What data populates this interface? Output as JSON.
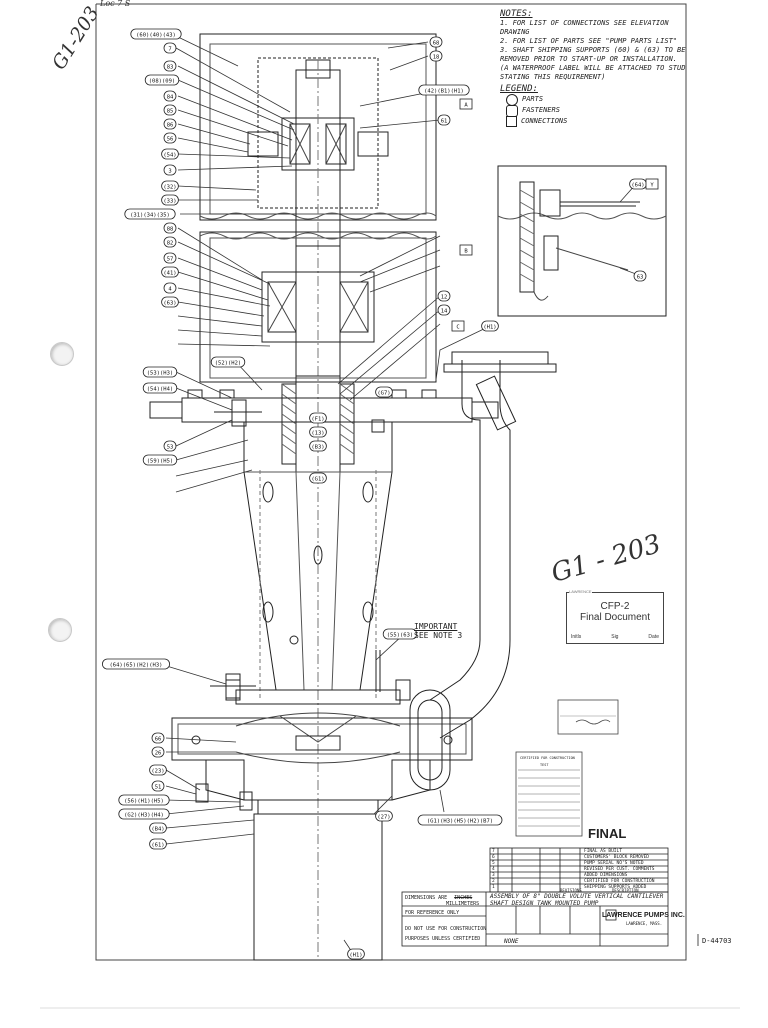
{
  "handwriting": {
    "corner_mark": "G1-203",
    "center_mark": "G1 - 203",
    "top_tag": "Loc 7 S"
  },
  "notes": {
    "heading": "NOTES:",
    "lines": [
      "1. FOR LIST OF CONNECTIONS SEE ELEVATION",
      "   DRAWING",
      "2. FOR LIST OF PARTS SEE \"PUMP PARTS LIST\"",
      "3. SHAFT SHIPPING SUPPORTS (60) & (63) TO BE",
      "   REMOVED PRIOR TO START-UP OR INSTALLATION.",
      "   (A WATERPROOF LABEL WILL BE ATTACHED TO STUD",
      "   STATING THIS REQUIREMENT)"
    ],
    "legend_heading": "LEGEND:",
    "legend": [
      "PARTS",
      "FASTENERS",
      "CONNECTIONS"
    ]
  },
  "stamp": {
    "small": "LAWRENCE",
    "line1": "CFP-2",
    "line2": "Final Document",
    "fields": [
      "Initls",
      "Sig",
      "Date"
    ]
  },
  "important": {
    "title": "IMPORTANT",
    "line": "SEE NOTE 3"
  },
  "final_label": "FINAL",
  "certified_box": {
    "line1": "CERTIFIED FOR CONSTRUCTION",
    "line2": "TEST"
  },
  "title_block": {
    "dims_label": "DIMENSIONS ARE",
    "dims_a": "INCHES",
    "dims_b": "MILLIMETERS",
    "ref_only": "FOR REFERENCE ONLY",
    "not_for": "DO NOT USE FOR CONSTRUCTION",
    "unless": "PURPOSES UNLESS CERTIFIED",
    "title": "ASSEMBLY OF 8\" DOUBLE VOLUTE VERTICAL CANTILEVER SHAFT DESIGN TANK MOUNTED PUMP",
    "company": "LAWRENCE PUMPS INC.",
    "city": "LAWRENCE, MASS.",
    "scale": "NONE",
    "drawing_no": "D-44703",
    "revisions_label": "REVISIONS",
    "description_label": "DESCRIPTION"
  },
  "revisions": [
    {
      "no": "7",
      "desc": "FINAL AS BUILT"
    },
    {
      "no": "6",
      "desc": "CUSTOMERS' BLOCK REMOVED"
    },
    {
      "no": "5",
      "desc": "PUMP SERIAL NO'S NOTED"
    },
    {
      "no": "4",
      "desc": "REVISED PER CUST. COMMENTS"
    },
    {
      "no": "3",
      "desc": "ADDED DIMENSIONS"
    },
    {
      "no": "2",
      "desc": "CERTIFIED FOR CONSTRUCTION"
    },
    {
      "no": "1",
      "desc": "SHIPPING SUPPORTS ADDED"
    }
  ],
  "callouts": [
    {
      "t": "(60)(40)(43)"
    },
    {
      "t": "7"
    },
    {
      "t": "83"
    },
    {
      "t": "(08)(09)"
    },
    {
      "t": "84"
    },
    {
      "t": "85"
    },
    {
      "t": "86"
    },
    {
      "t": "56"
    },
    {
      "t": "(54)"
    },
    {
      "t": "3"
    },
    {
      "t": "(32)"
    },
    {
      "t": "(33)"
    },
    {
      "t": "(31)(34)(35)"
    },
    {
      "t": "68"
    },
    {
      "t": "18"
    },
    {
      "t": "(42)(B1)(H1)"
    },
    {
      "t": "A"
    },
    {
      "t": "61"
    },
    {
      "t": "88"
    },
    {
      "t": "82"
    },
    {
      "t": "57"
    },
    {
      "t": "(41)"
    },
    {
      "t": "4"
    },
    {
      "t": "(63)"
    },
    {
      "t": "B"
    },
    {
      "t": "C"
    },
    {
      "t": "12"
    },
    {
      "t": "14"
    },
    {
      "t": "(52)(H2)"
    },
    {
      "t": "(53)(H3)"
    },
    {
      "t": "(54)(H4)"
    },
    {
      "t": "53"
    },
    {
      "t": "(59)(H5)"
    },
    {
      "t": "(F1)"
    },
    {
      "t": "(13)"
    },
    {
      "t": "(B3)"
    },
    {
      "t": "(G7)"
    },
    {
      "t": "(G1)"
    },
    {
      "t": "(H1)"
    },
    {
      "t": "(55)(63)"
    },
    {
      "t": "(64)(65)(H2)(H3)"
    },
    {
      "t": "66"
    },
    {
      "t": "26"
    },
    {
      "t": "(23)"
    },
    {
      "t": "51"
    },
    {
      "t": "(56)(H1)(H5)"
    },
    {
      "t": "(G2)(H3)(H4)"
    },
    {
      "t": "(B4)"
    },
    {
      "t": "(61)"
    },
    {
      "t": "(G1)(H3)(H5)(H2)(B7)"
    },
    {
      "t": "(27)"
    },
    {
      "t": "(H1)"
    },
    {
      "t": "(64)"
    },
    {
      "t": "Y"
    },
    {
      "t": "63"
    }
  ]
}
